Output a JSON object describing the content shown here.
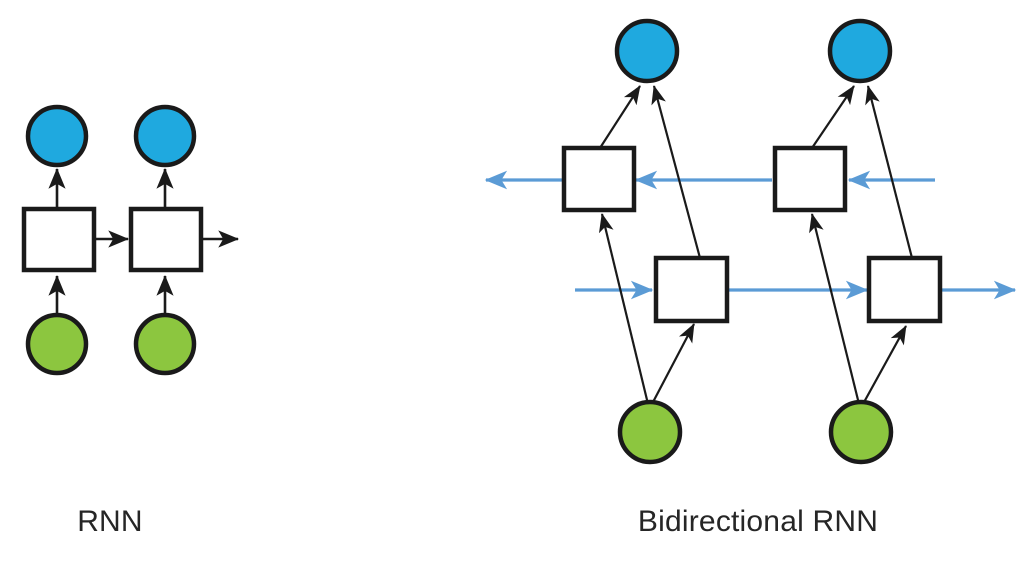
{
  "figure": {
    "title_left": "RNN",
    "title_right": "Bidirectional RNN",
    "background_color": "#ffffff"
  },
  "colors": {
    "input_node": "#8CC63F",
    "output_node": "#1FA9DF",
    "hidden_cell_fill": "#ffffff",
    "stroke_black": "#1a1a1a",
    "recurrent_arrow_blue": "#5B9BD5",
    "caption_text": "#262626"
  },
  "panels": [
    {
      "id": "rnn",
      "label": "RNN",
      "description": "Unidirectional recurrent neural network with two unrolled time steps",
      "timesteps": 2,
      "layers": [
        {
          "name": "input-layer",
          "node_shape": "circle",
          "node_color": "#8CC63F",
          "count": 2
        },
        {
          "name": "hidden-layer",
          "node_shape": "square",
          "node_color": "#ffffff",
          "count": 2
        },
        {
          "name": "output-layer",
          "node_shape": "circle",
          "node_color": "#1FA9DF",
          "count": 2
        }
      ],
      "edges": [
        {
          "from": "input-1",
          "to": "hidden-1",
          "direction": "up",
          "color": "#1a1a1a"
        },
        {
          "from": "hidden-1",
          "to": "output-1",
          "direction": "up",
          "color": "#1a1a1a"
        },
        {
          "from": "input-2",
          "to": "hidden-2",
          "direction": "up",
          "color": "#1a1a1a"
        },
        {
          "from": "hidden-2",
          "to": "output-2",
          "direction": "up",
          "color": "#1a1a1a"
        },
        {
          "from": "hidden-1",
          "to": "hidden-2",
          "direction": "right",
          "color": "#1a1a1a"
        },
        {
          "from": "hidden-2",
          "to": "outside",
          "direction": "right",
          "color": "#1a1a1a"
        }
      ]
    },
    {
      "id": "bidirectional-rnn",
      "label": "Bidirectional RNN",
      "description": "Bidirectional recurrent neural network with two unrolled time steps, forward and backward hidden layers",
      "timesteps": 2,
      "layers": [
        {
          "name": "input-layer",
          "node_shape": "circle",
          "node_color": "#8CC63F",
          "count": 2
        },
        {
          "name": "forward-hidden-layer",
          "node_shape": "square",
          "node_color": "#ffffff",
          "count": 2,
          "flow": "left-to-right"
        },
        {
          "name": "backward-hidden-layer",
          "node_shape": "square",
          "node_color": "#ffffff",
          "count": 2,
          "flow": "right-to-left"
        },
        {
          "name": "output-layer",
          "node_shape": "circle",
          "node_color": "#1FA9DF",
          "count": 2
        }
      ],
      "edges": [
        {
          "from": "input-1",
          "to": "forward-hidden-1",
          "direction": "up-right",
          "color": "#1a1a1a"
        },
        {
          "from": "input-1",
          "to": "backward-hidden-1",
          "direction": "up-left",
          "color": "#1a1a1a"
        },
        {
          "from": "input-2",
          "to": "forward-hidden-2",
          "direction": "up-right",
          "color": "#1a1a1a"
        },
        {
          "from": "input-2",
          "to": "backward-hidden-2",
          "direction": "up-left",
          "color": "#1a1a1a"
        },
        {
          "from": "forward-hidden-1",
          "to": "output-1",
          "direction": "up-left",
          "color": "#1a1a1a"
        },
        {
          "from": "backward-hidden-1",
          "to": "output-1",
          "direction": "up-right",
          "color": "#1a1a1a"
        },
        {
          "from": "forward-hidden-2",
          "to": "output-2",
          "direction": "up-left",
          "color": "#1a1a1a"
        },
        {
          "from": "backward-hidden-2",
          "to": "output-2",
          "direction": "up-right",
          "color": "#1a1a1a"
        },
        {
          "from": "outside-left",
          "to": "forward-hidden-1",
          "direction": "right",
          "color": "#5B9BD5"
        },
        {
          "from": "forward-hidden-1",
          "to": "forward-hidden-2",
          "direction": "right",
          "color": "#5B9BD5"
        },
        {
          "from": "forward-hidden-2",
          "to": "outside-right",
          "direction": "right",
          "color": "#5B9BD5"
        },
        {
          "from": "outside-right",
          "to": "backward-hidden-2",
          "direction": "left",
          "color": "#5B9BD5"
        },
        {
          "from": "backward-hidden-2",
          "to": "backward-hidden-1",
          "direction": "left",
          "color": "#5B9BD5"
        },
        {
          "from": "backward-hidden-1",
          "to": "outside-left",
          "direction": "left",
          "color": "#5B9BD5"
        }
      ]
    }
  ]
}
